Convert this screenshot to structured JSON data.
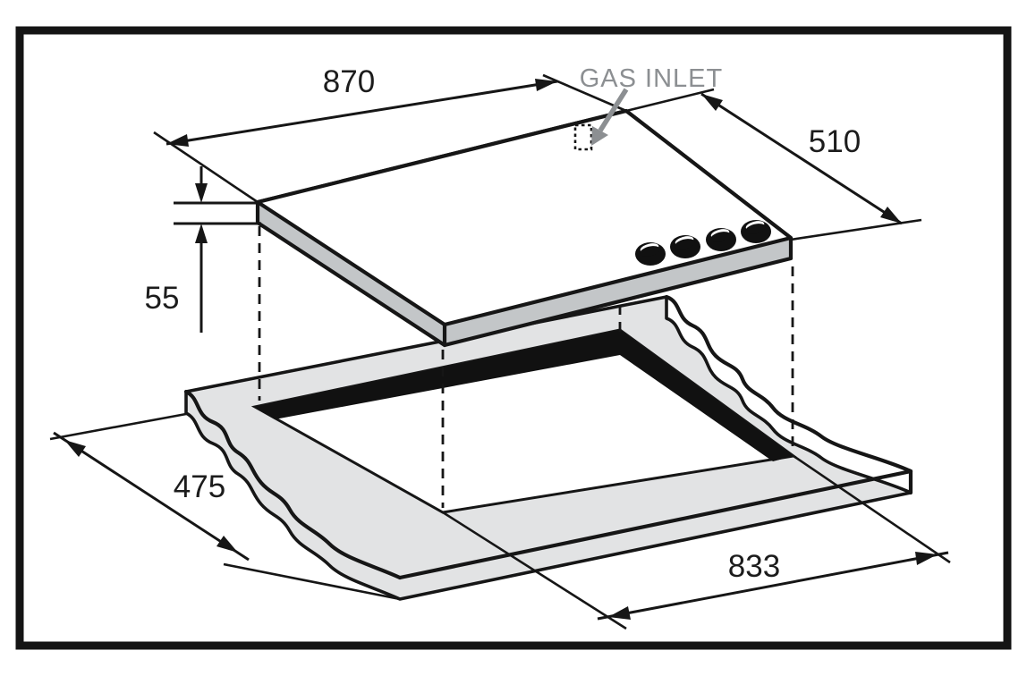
{
  "diagram": {
    "type": "installation-dimension-drawing",
    "subject": "gas hob above worktop cutout",
    "labels": {
      "gas_inlet": "GAS INLET"
    },
    "dimensions": {
      "hob_width": "870",
      "hob_depth": "510",
      "hob_height": "55",
      "cutout_depth": "475",
      "cutout_width": "833"
    },
    "knob_count": 4,
    "colors": {
      "line": "#161616",
      "hob_side_gray": "#c3c6c8",
      "worktop_gray": "#e2e3e4",
      "cutout_wall_black": "#111111",
      "gas_inlet_gray": "#8c8f92",
      "background": "#ffffff"
    }
  }
}
